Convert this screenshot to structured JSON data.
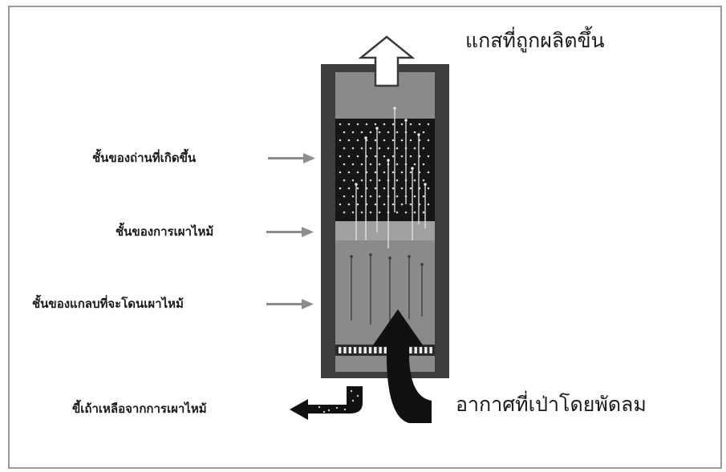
{
  "labels": {
    "gas_out": "แกสที่ถูกผลิตขึ้น",
    "charcoal_layer": "ชั้นของถ่านที่เกิดขึ้น",
    "combustion_layer": "ชั้นของการเผาไหม้",
    "unburned_layer": "ชั้นของแกลบที่จะโดนเผาไหม้",
    "ash_out": "ขี้เถ้าเหลือจากการเผาไหม้",
    "air_in": "อากาศที่เป่าโดยพัดลม"
  },
  "colors": {
    "reactor_wall": "#3d3d3d",
    "char_bed": "#161616",
    "chamber_gray": "#8a8a8a",
    "combustion_band": "#a0a0a0",
    "pointer_arrow": "#8c8c8c",
    "air_arrow": "#111111",
    "border": "#9a9a9a"
  }
}
